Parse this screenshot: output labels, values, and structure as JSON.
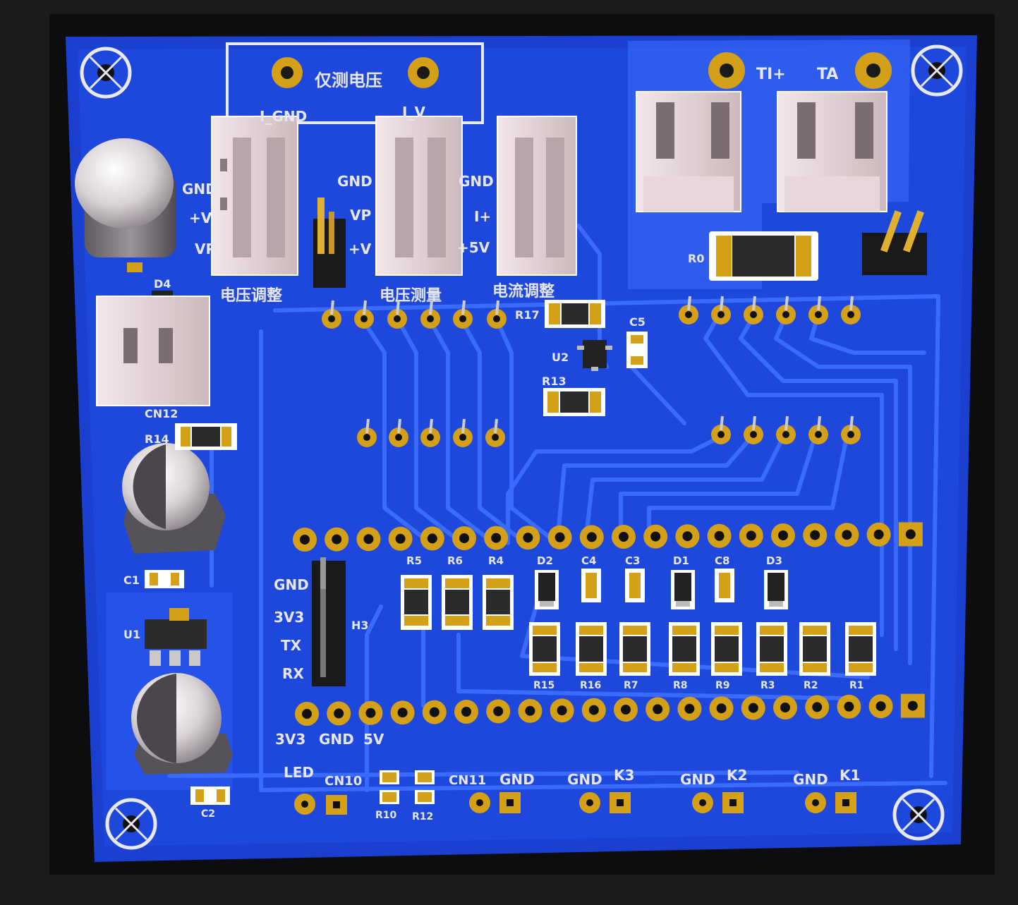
{
  "board": {
    "colors": {
      "background": "#1b1b1d",
      "screen_bezel": "#0d0d10",
      "board": "#1b3fcf",
      "copper_fill": "#2150e6",
      "trace": "#3a6bff",
      "pad": "#d4a017",
      "silkscreen": "#f0f0f5",
      "connector": "#ead8dc"
    },
    "header_box": {
      "label": "仅测电压"
    },
    "connectors": {
      "jst1": {
        "pin_top": "I_GND",
        "pins": [
          "GND",
          "+V",
          "VP"
        ],
        "label": "电压调整"
      },
      "jst2": {
        "pin_top": "I_V",
        "pins": [
          "GND",
          "VP",
          "+V"
        ],
        "label": "电压测量"
      },
      "jst3": {
        "pins": [
          "GND",
          "I+",
          "+5V"
        ],
        "label": "电流调整"
      },
      "ti_plus": "TI+",
      "ta": "TA"
    },
    "refs": {
      "r0": "R0",
      "r17": "R17",
      "c5": "C5",
      "u2": "U2",
      "r13": "R13",
      "d4": "D4",
      "cn12": "CN12",
      "r14": "R14",
      "c1": "C1",
      "u1": "U1",
      "c2": "C2",
      "h3": "H3"
    },
    "uart": [
      "GND",
      "3V3",
      "TX",
      "RX"
    ],
    "upper_row": [
      {
        "ref": "R5"
      },
      {
        "ref": "R6"
      },
      {
        "ref": "R4"
      },
      {
        "ref": "D2"
      },
      {
        "ref": "C4"
      },
      {
        "ref": "C3"
      },
      {
        "ref": "D1"
      },
      {
        "ref": "C8"
      },
      {
        "ref": "D3"
      }
    ],
    "lower_row": [
      "R15",
      "R16",
      "R7",
      "R8",
      "R9",
      "R3",
      "R2",
      "R1"
    ],
    "power_labels": [
      "3V3",
      "GND",
      "5V"
    ],
    "bottom": {
      "led": "LED",
      "cn10": "CN10",
      "r10": "R10",
      "r12": "R12",
      "cn11": "CN11",
      "groups": [
        {
          "gnd": "GND",
          "key": ""
        },
        {
          "gnd": "GND",
          "key": "K3"
        },
        {
          "gnd": "GND",
          "key": "K2"
        },
        {
          "gnd": "GND",
          "key": "K1"
        }
      ]
    }
  }
}
